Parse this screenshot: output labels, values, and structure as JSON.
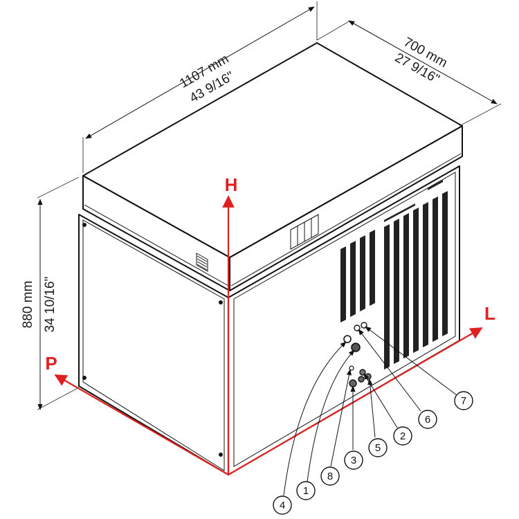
{
  "dimensions": {
    "length": {
      "metric": "1107 mm",
      "imperial": "43 9/16\""
    },
    "depth": {
      "metric": "700 mm",
      "imperial": "27 9/16\""
    },
    "height": {
      "metric": "880 mm",
      "imperial": "34 10/16\""
    }
  },
  "axes": {
    "height_label": "H",
    "length_label": "L",
    "depth_label": "P",
    "color": "#e02020"
  },
  "callouts": [
    "7",
    "6",
    "2",
    "5",
    "3",
    "8",
    "1",
    "4"
  ]
}
